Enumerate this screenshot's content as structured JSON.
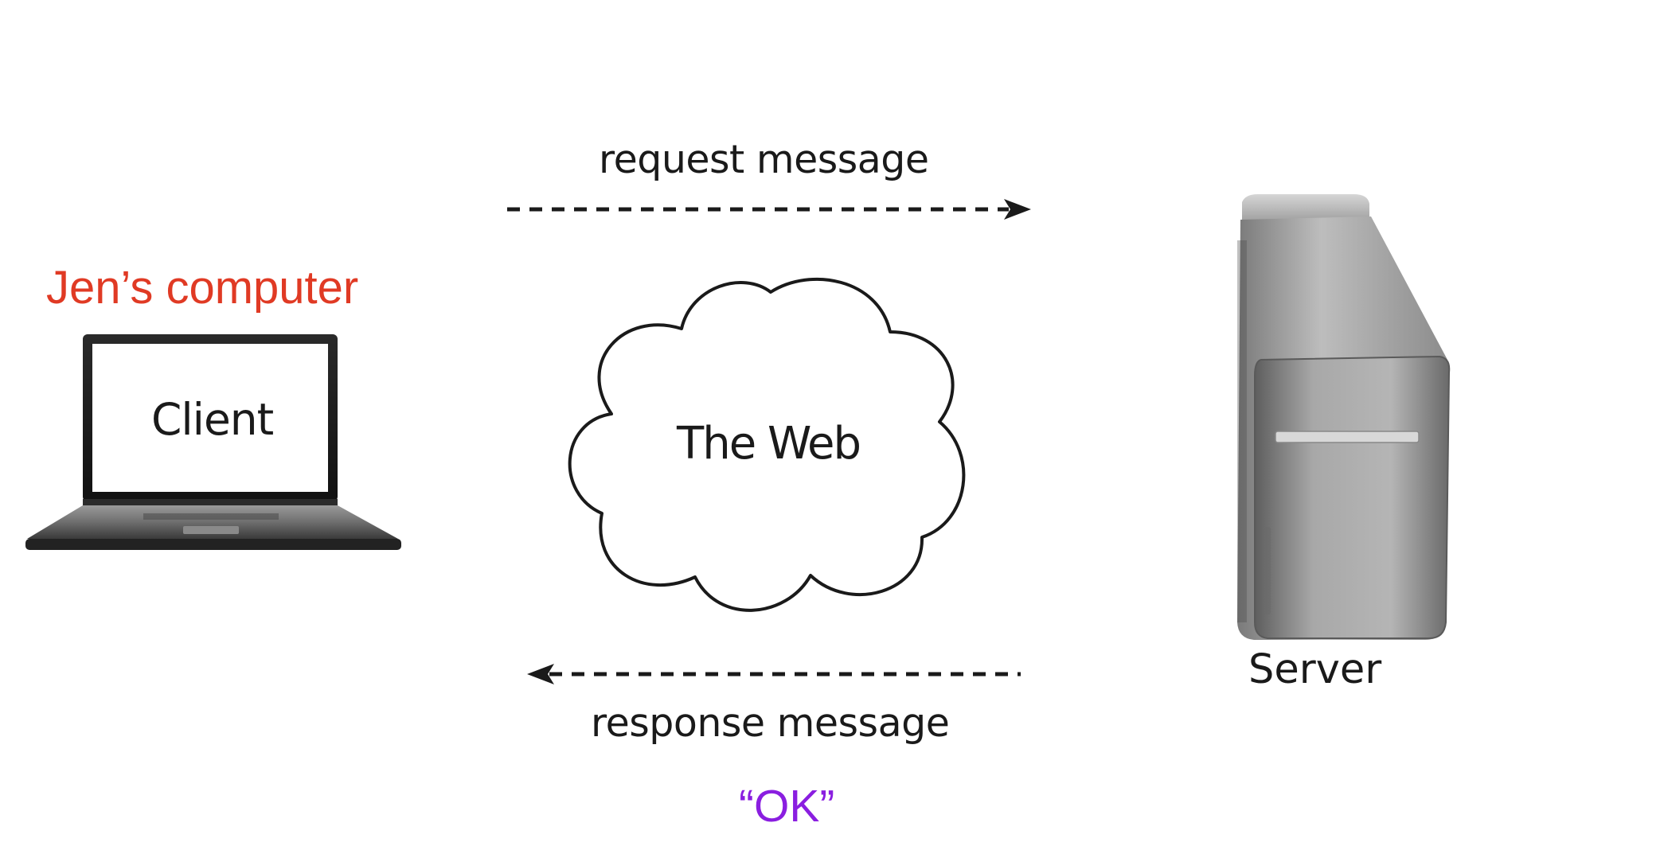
{
  "diagram": {
    "client": {
      "owner_label": "Jen’s computer",
      "screen_label": "Client",
      "icon": "laptop-icon"
    },
    "web": {
      "label": "The Web",
      "icon": "cloud-icon"
    },
    "server": {
      "label": "Server",
      "icon": "server-tower-icon"
    },
    "request": {
      "label": "request message",
      "direction": "client-to-server"
    },
    "response": {
      "label": "response message",
      "direction": "server-to-client",
      "status": "“OK”"
    },
    "colors": {
      "owner_label": "#e03a24",
      "status": "#8a1ee0",
      "text": "#1a1a1a"
    }
  }
}
